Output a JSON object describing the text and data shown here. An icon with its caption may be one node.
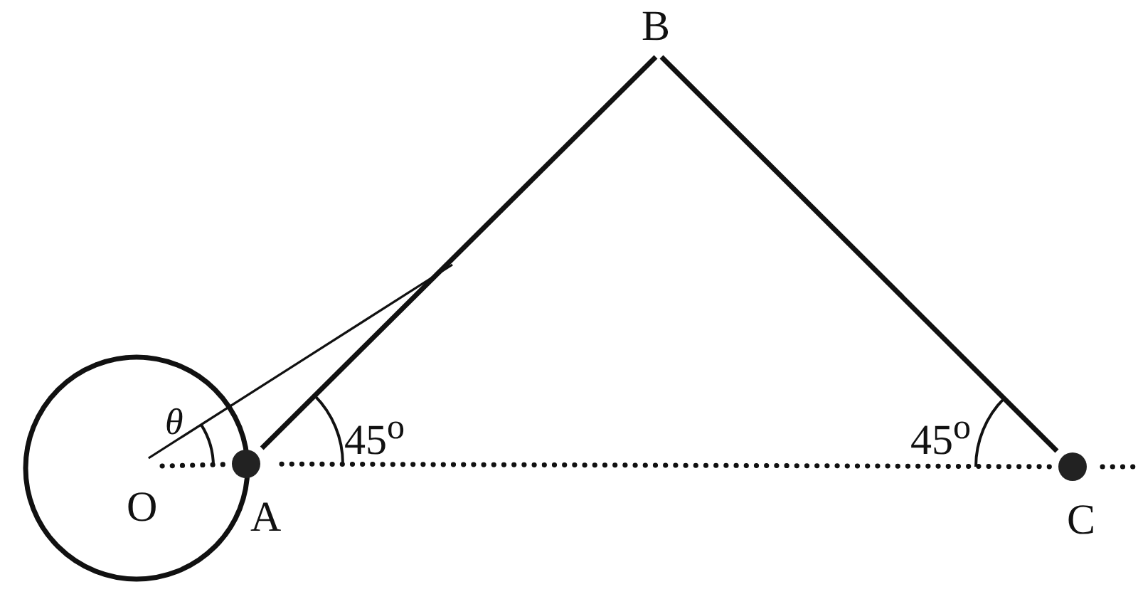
{
  "diagram": {
    "nodes": [
      {
        "text": [
          "B"
        ]
      },
      {
        "text": [
          "O"
        ]
      },
      {
        "text": [
          "A"
        ]
      },
      {
        "text": [
          "C"
        ]
      }
    ],
    "edges": [
      {
        "from": 1,
        "to": 2,
        "arrow": "none",
        "style": "dashed"
      },
      {
        "from": 2,
        "to": 3,
        "arrow": "none",
        "style": "dashed"
      },
      {
        "from": 3,
        "to": null,
        "arrow": "none",
        "style": "dashed"
      },
      {
        "from": 2,
        "to": 0,
        "arrow": "none"
      },
      {
        "from": 0,
        "to": 3,
        "arrow": "none"
      },
      {
        "from": 1,
        "to": null,
        "arrow": "none"
      }
    ],
    "labels": [
      "θ",
      "45$^{o}$",
      "45$^{o}$"
    ]
  }
}
